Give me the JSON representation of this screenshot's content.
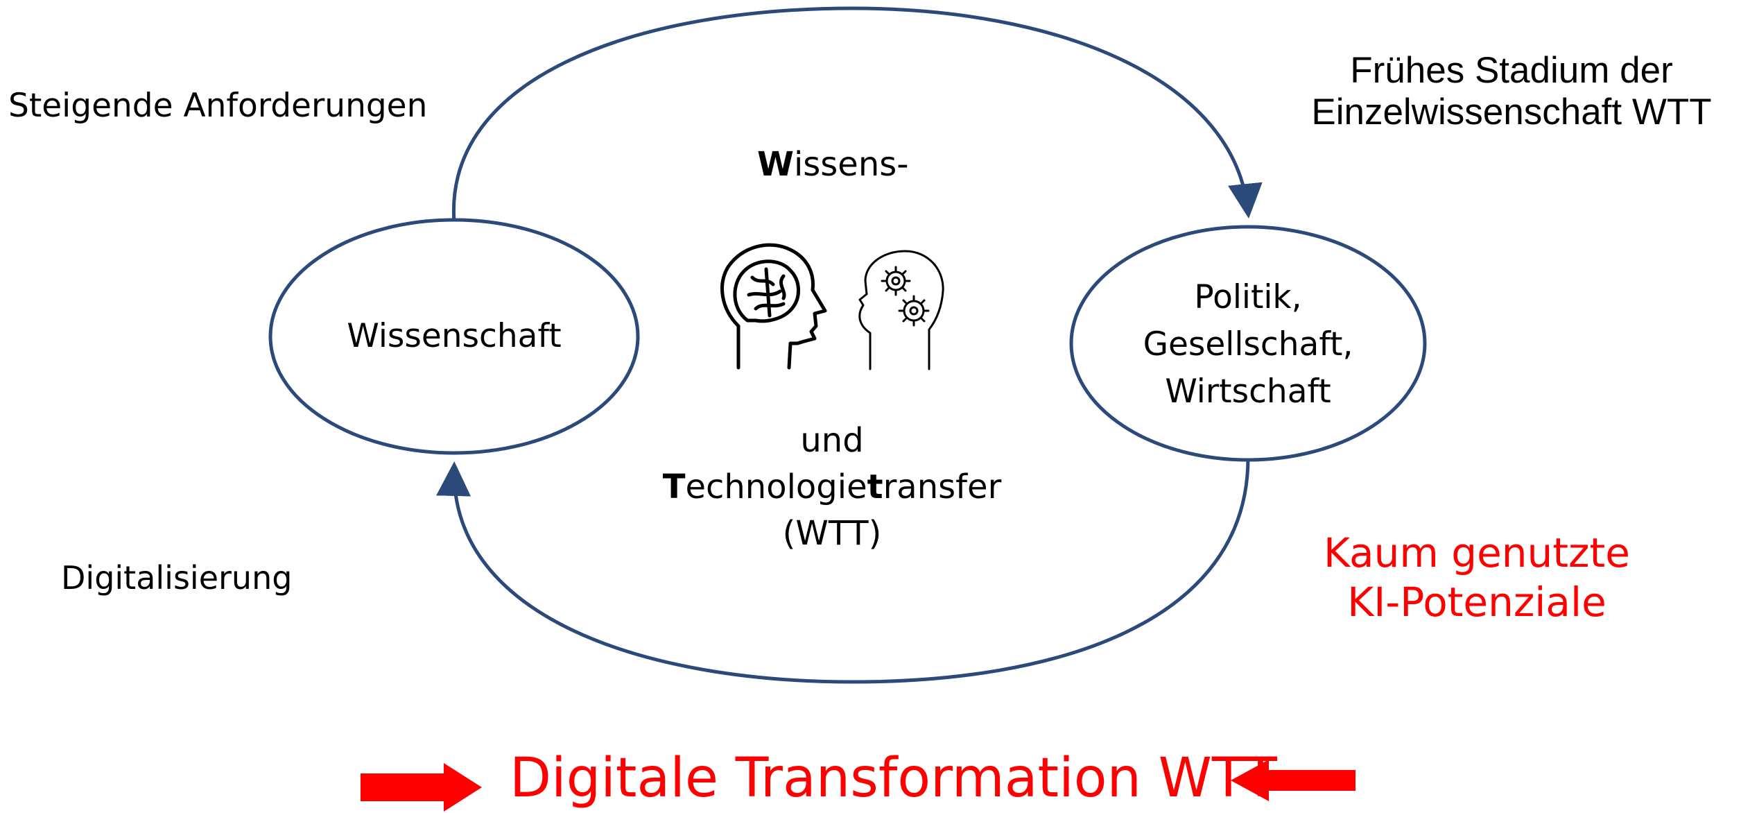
{
  "labels": {
    "top_left": "Steigende Anforderungen",
    "bottom_left": "Digitalisierung",
    "top_right_line1": "Frühes Stadium der",
    "top_right_line2": "Einzelwissenschaft WTT",
    "bottom_right_line1": "Kaum genutzte",
    "bottom_right_line2": "KI-Potenziale"
  },
  "nodes": {
    "left": "Wissenschaft",
    "right_line1": "Politik,",
    "right_line2": "Gesellschaft,",
    "right_line3": "Wirtschaft"
  },
  "center": {
    "w_bold": "W",
    "w_rest": "issens-",
    "und": "und",
    "t1_bold": "T",
    "t1_mid": "echnologie",
    "t2_bold": "t",
    "t2_rest": "ransfer",
    "abbr": "(WTT)"
  },
  "footer": {
    "title": "Digitale Transformation WTT"
  },
  "icons": [
    "brain-head-icon",
    "gears-head-icon"
  ],
  "colors": {
    "cycle": "#2b4a7a",
    "accent": "#ff0000",
    "text": "#000000"
  }
}
